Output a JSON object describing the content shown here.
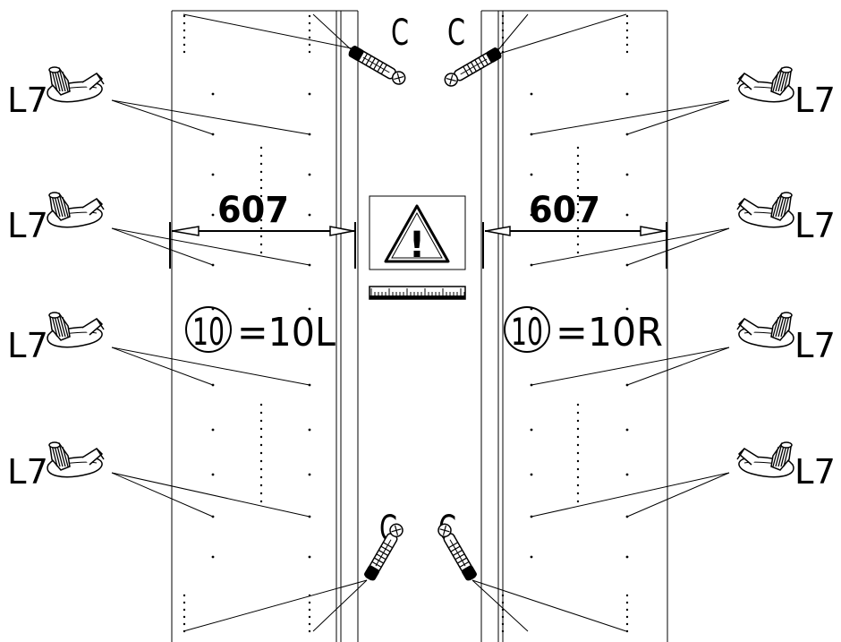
{
  "labels": {
    "fitting_code": "L7",
    "dowel_code": "C",
    "dimension": "607",
    "part_number": "10",
    "left_panel_code": "=10L",
    "right_panel_code": "=10R",
    "warning_mark": "!"
  }
}
